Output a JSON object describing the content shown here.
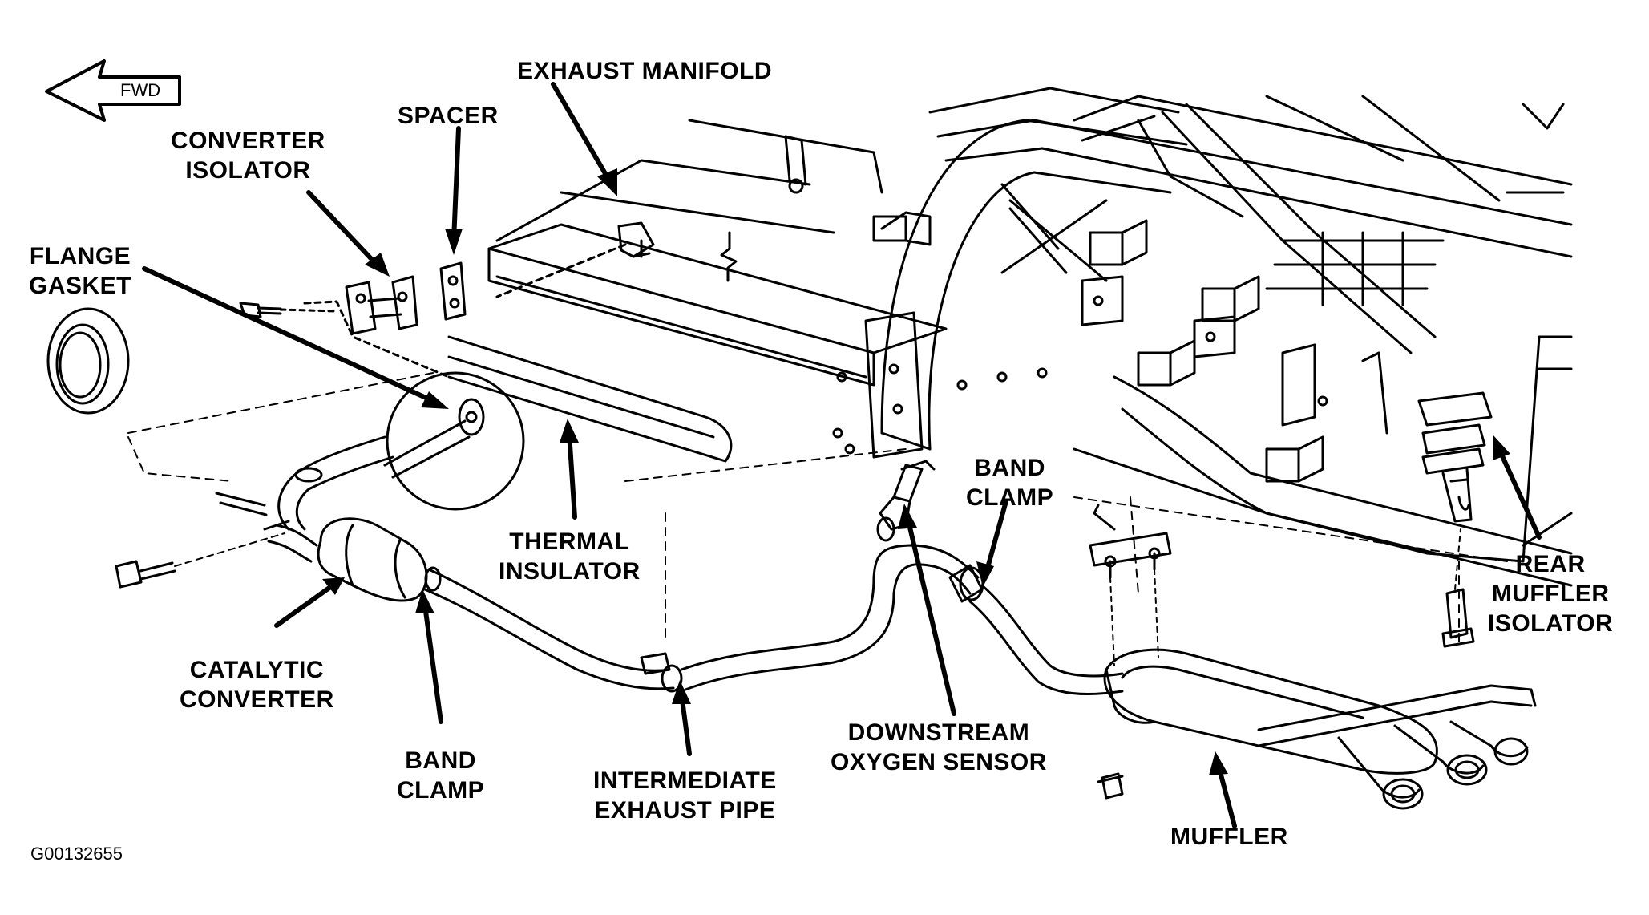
{
  "direction_marker": {
    "text": "FWD"
  },
  "figure_code": "G00132655",
  "labels": {
    "exhaust_manifold": [
      "EXHAUST MANIFOLD"
    ],
    "spacer": [
      "SPACER"
    ],
    "converter_isolator": [
      "CONVERTER",
      "ISOLATOR"
    ],
    "flange_gasket": [
      "FLANGE",
      "GASKET"
    ],
    "thermal_insulator": [
      "THERMAL",
      "INSULATOR"
    ],
    "catalytic_converter": [
      "CATALYTIC",
      "CONVERTER"
    ],
    "band_clamp_front": [
      "BAND",
      "CLAMP"
    ],
    "intermediate_exhaust_pipe": [
      "INTERMEDIATE",
      "EXHAUST PIPE"
    ],
    "downstream_oxygen_sensor": [
      "DOWNSTREAM",
      "OXYGEN SENSOR"
    ],
    "band_clamp_rear": [
      "BAND",
      "CLAMP"
    ],
    "muffler": [
      "MUFFLER"
    ],
    "rear_muffler_isolator": [
      "REAR",
      "MUFFLER",
      "ISOLATOR"
    ]
  }
}
